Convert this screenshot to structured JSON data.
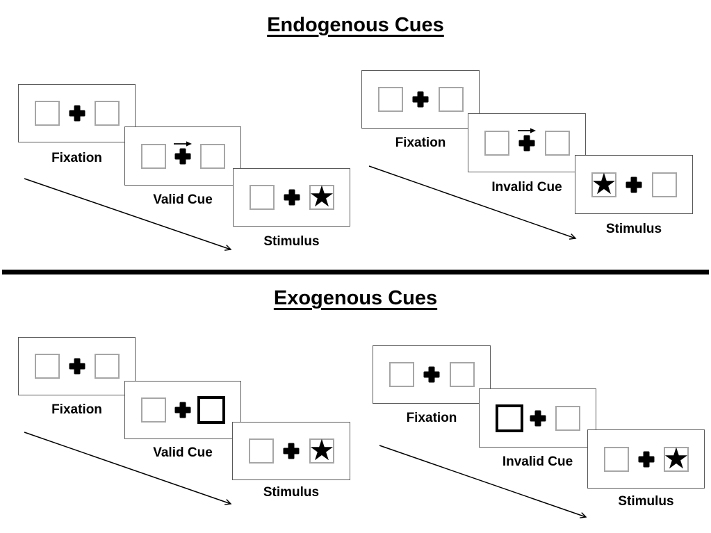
{
  "titles": {
    "endogenous": "Endogenous Cues",
    "exogenous": "Exogenous Cues"
  },
  "glyphs": {
    "star": "★"
  },
  "colors": {
    "ink": "#000000",
    "card_border": "#595959",
    "square_border": "#a6a6a6",
    "cue_highlight_border": "#000000",
    "divider": "#000000",
    "background": "#ffffff"
  },
  "panels": [
    {
      "name": "endogenous-valid",
      "cue_style": "central-arrow-right",
      "star_side": "right",
      "labels": {
        "fixation": "Fixation",
        "cue": "Valid Cue",
        "stimulus": "Stimulus"
      }
    },
    {
      "name": "endogenous-invalid",
      "cue_style": "central-arrow-right",
      "star_side": "left",
      "labels": {
        "fixation": "Fixation",
        "cue": "Invalid Cue",
        "stimulus": "Stimulus"
      }
    },
    {
      "name": "exogenous-valid",
      "cue_style": "thick-box-right",
      "star_side": "right",
      "labels": {
        "fixation": "Fixation",
        "cue": "Valid Cue",
        "stimulus": "Stimulus"
      }
    },
    {
      "name": "exogenous-invalid",
      "cue_style": "thick-box-left",
      "star_side": "right",
      "labels": {
        "fixation": "Fixation",
        "cue": "Invalid Cue",
        "stimulus": "Stimulus"
      }
    }
  ]
}
